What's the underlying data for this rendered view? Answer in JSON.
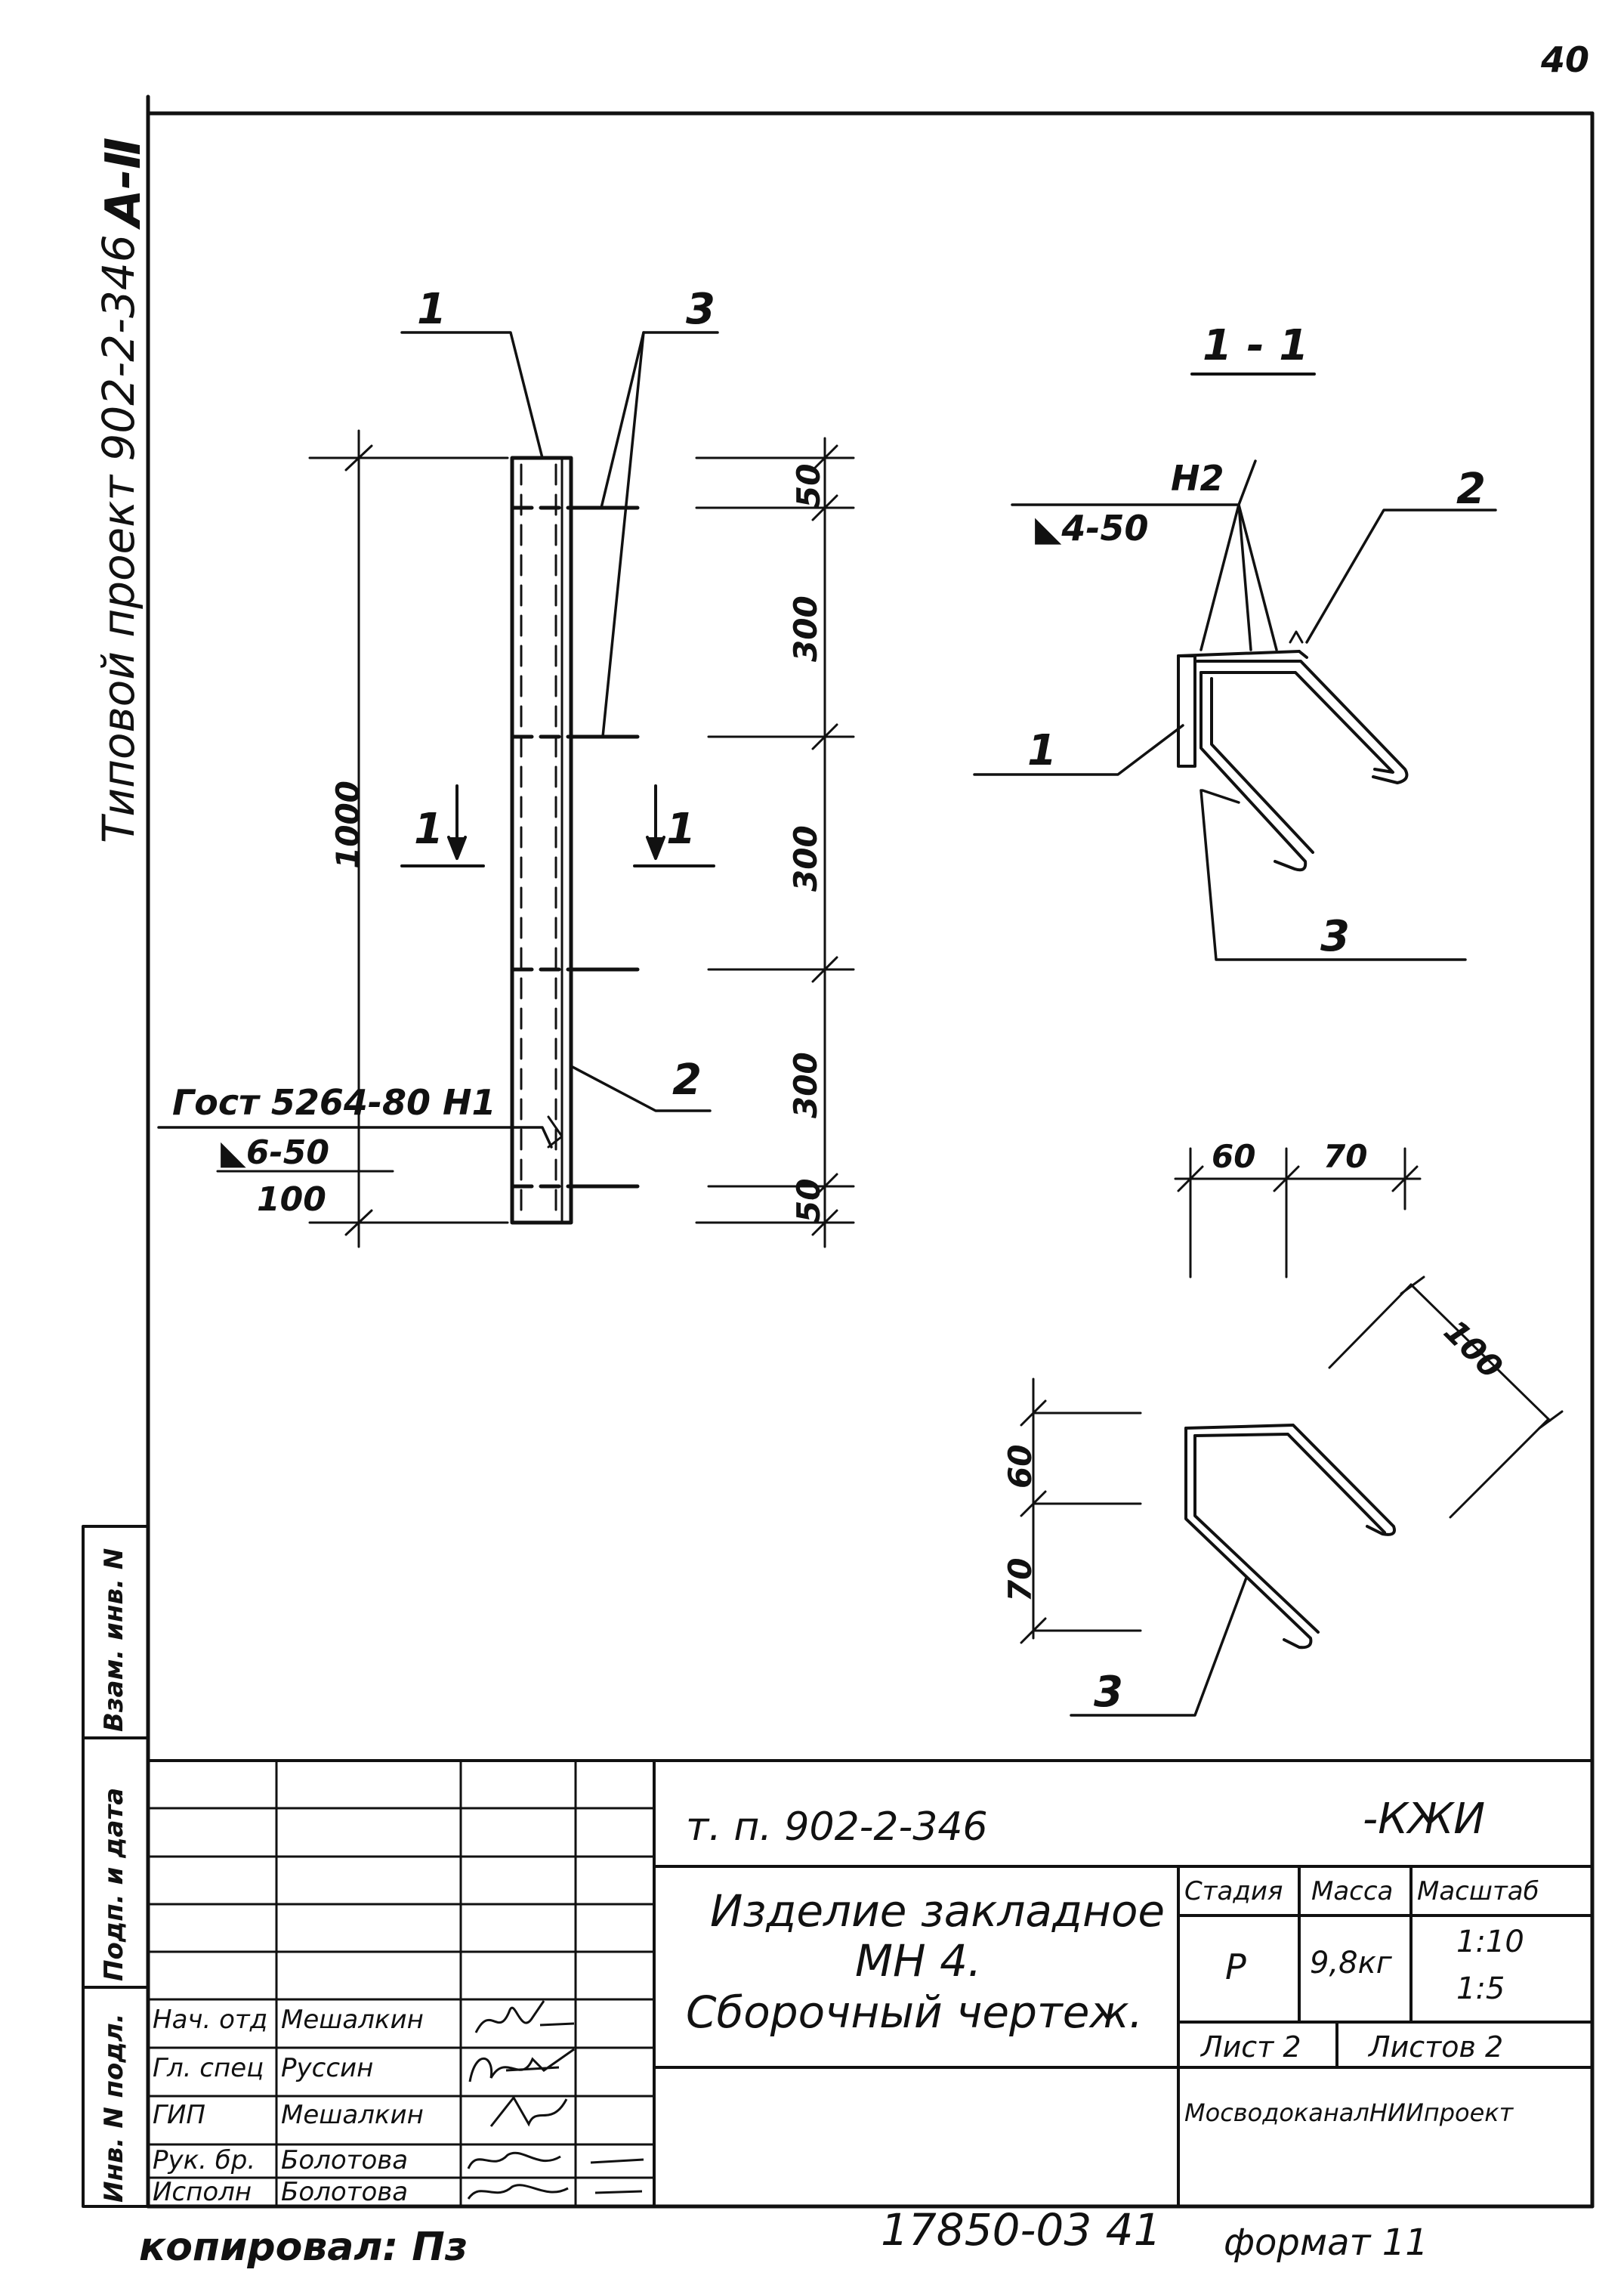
{
  "page": {
    "number": "40"
  },
  "side_title": {
    "text": "Типовой проект 902-2-346",
    "album": "А-Ⅱ"
  },
  "elevation": {
    "callouts": {
      "part1": "1",
      "part2": "2",
      "part3": "3"
    },
    "overall_dim": "1000",
    "segment_dims": [
      "50",
      "300",
      "300",
      "300",
      "50"
    ],
    "section_mark": "1",
    "weld_note": {
      "line1": "Гост 5264-80 Н1",
      "line2": "◣6-50",
      "line3": "100"
    }
  },
  "section": {
    "title": "1 - 1",
    "weld_note": {
      "line1": "Н2",
      "line2": "◣4-50"
    },
    "callouts": {
      "part1": "1",
      "part2": "2",
      "part3": "3"
    }
  },
  "bar_detail": {
    "dims_top": [
      "60",
      "70"
    ],
    "dims_left": [
      "60",
      "70"
    ],
    "dim_diag": "100",
    "callout": "3"
  },
  "side_stamp": {
    "labels": [
      "Инв. N подл.",
      "Подп. и дата",
      "Взам. инв. N"
    ]
  },
  "title_block": {
    "doc_code": "т. п. 902-2-346",
    "doc_suffix": "-КЖИ",
    "name_line1": "Изделие закладное",
    "name_line2": "МН 4.",
    "name_line3": "Сборочный чертеж.",
    "stage_header": "Стадия",
    "mass_header": "Масса",
    "scale_header": "Масштаб",
    "stage": "Р",
    "mass": "9,8кг",
    "scale1": "1:10",
    "scale2": "1:5",
    "sheet": "Лист 2",
    "sheets": "Листов 2",
    "organization": "МосводоканалНИИпроект",
    "staff": [
      {
        "role": "Нач. отд",
        "name": "Мешалкин"
      },
      {
        "role": "Гл. спец",
        "name": "Руссин"
      },
      {
        "role": "ГИП",
        "name": "Мешалкин"
      },
      {
        "role": "Рук. бр.",
        "name": "Болотова"
      },
      {
        "role": "Исполн",
        "name": "Болотова"
      }
    ]
  },
  "footer": {
    "copied": "копировал: Пз",
    "number": "17850-03 41",
    "format": "формат 11"
  }
}
